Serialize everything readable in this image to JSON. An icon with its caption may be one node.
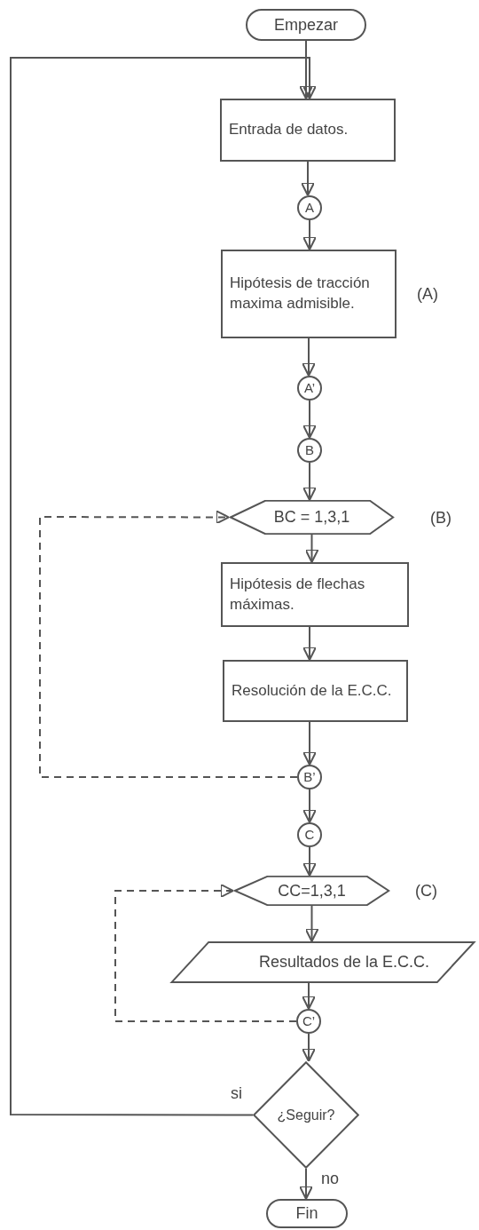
{
  "diagram": {
    "nodes": [
      {
        "text": [
          "Empezar"
        ]
      },
      {
        "text": [
          "Entrada de datos."
        ]
      },
      {
        "text": [
          "A"
        ]
      },
      {
        "text": [
          "Hipótesis de tracción maxima admisible."
        ],
        "beside": [
          "(A)"
        ]
      },
      {
        "text": [
          "A’"
        ]
      },
      {
        "text": [
          "B"
        ]
      },
      {
        "text": [
          "BC = 1,3,1"
        ],
        "beside": [
          "(B)"
        ]
      },
      {
        "text": [
          "Hipótesis de flechas máximas."
        ]
      },
      {
        "text": [
          "Resolución de la E.C.C."
        ]
      },
      {
        "text": [
          "B’"
        ]
      },
      {
        "text": [
          "C"
        ]
      },
      {
        "text": [
          "CC=1,3,1"
        ],
        "beside": [
          "(C)"
        ]
      },
      {
        "text": [
          "Resultados de la E.C.C."
        ]
      },
      {
        "text": [
          "C’"
        ]
      },
      {
        "text": [
          "¿Seguir?"
        ]
      },
      {
        "text": [
          "Fin"
        ]
      }
    ],
    "edges": [
      {
        "from": 0,
        "to": 1,
        "arrow": "to"
      },
      {
        "from": 1,
        "to": 2,
        "arrow": "to"
      },
      {
        "from": 2,
        "to": 3,
        "arrow": "to"
      },
      {
        "from": 3,
        "to": 4,
        "arrow": "to"
      },
      {
        "from": 4,
        "to": 5,
        "arrow": "to"
      },
      {
        "from": 5,
        "to": 6,
        "arrow": "to"
      },
      {
        "from": 6,
        "to": 7,
        "arrow": "to"
      },
      {
        "from": 7,
        "to": 8,
        "arrow": "to"
      },
      {
        "from": 8,
        "to": 9,
        "arrow": "to"
      },
      {
        "from": 9,
        "to": 6,
        "arrow": "to",
        "style": "dashed"
      },
      {
        "from": 9,
        "to": 10,
        "arrow": "to"
      },
      {
        "from": 10,
        "to": 11,
        "arrow": "to"
      },
      {
        "from": 11,
        "to": 12,
        "arrow": "to"
      },
      {
        "from": 12,
        "to": 13,
        "arrow": "to"
      },
      {
        "from": 13,
        "to": 11,
        "arrow": "to",
        "style": "dashed"
      },
      {
        "from": 13,
        "to": 14,
        "arrow": "to"
      },
      {
        "from": 14,
        "to": 1,
        "arrow": "to",
        "label": "si"
      },
      {
        "from": 14,
        "to": 15,
        "arrow": "to",
        "label": "no"
      }
    ]
  }
}
